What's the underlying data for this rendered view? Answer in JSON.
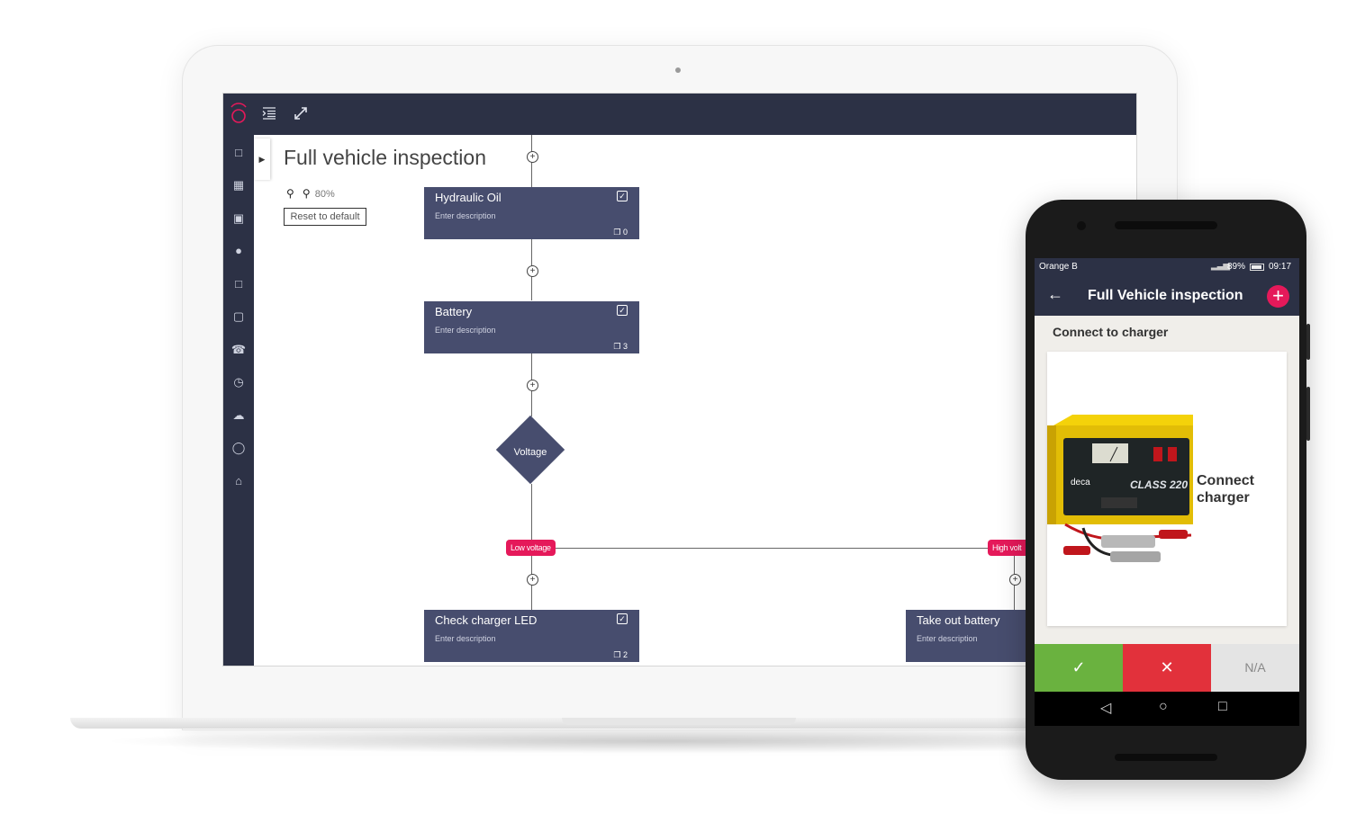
{
  "desktop": {
    "page_title": "Full vehicle inspection",
    "zoom_level": "80%",
    "reset_label": "Reset to default",
    "nodes": [
      {
        "title": "Hydraulic Oil",
        "description": "Enter description",
        "count": "0"
      },
      {
        "title": "Battery",
        "description": "Enter description",
        "count": "3"
      },
      {
        "title": "Check charger LED",
        "description": "Enter description",
        "count": "2"
      },
      {
        "title": "Take out battery",
        "description": "Enter description"
      }
    ],
    "decision": {
      "label": "Voltage"
    },
    "branches": {
      "low": "Low voltage",
      "high": "High volt"
    }
  },
  "mobile": {
    "carrier": "Orange B",
    "battery": "89%",
    "time": "09:17",
    "title": "Full Vehicle inspection",
    "step_title": "Connect to charger",
    "card_text_line1": "Connect",
    "card_text_line2": "charger",
    "brand_text": "deca",
    "model_text": "CLASS 220",
    "pass_symbol": "✓",
    "fail_symbol": "✕",
    "na_label": "N/A"
  },
  "colors": {
    "navy": "#2c3145",
    "node": "#474d6e",
    "accent": "#e5195a",
    "pass": "#6ab23f",
    "fail": "#e2313b"
  }
}
